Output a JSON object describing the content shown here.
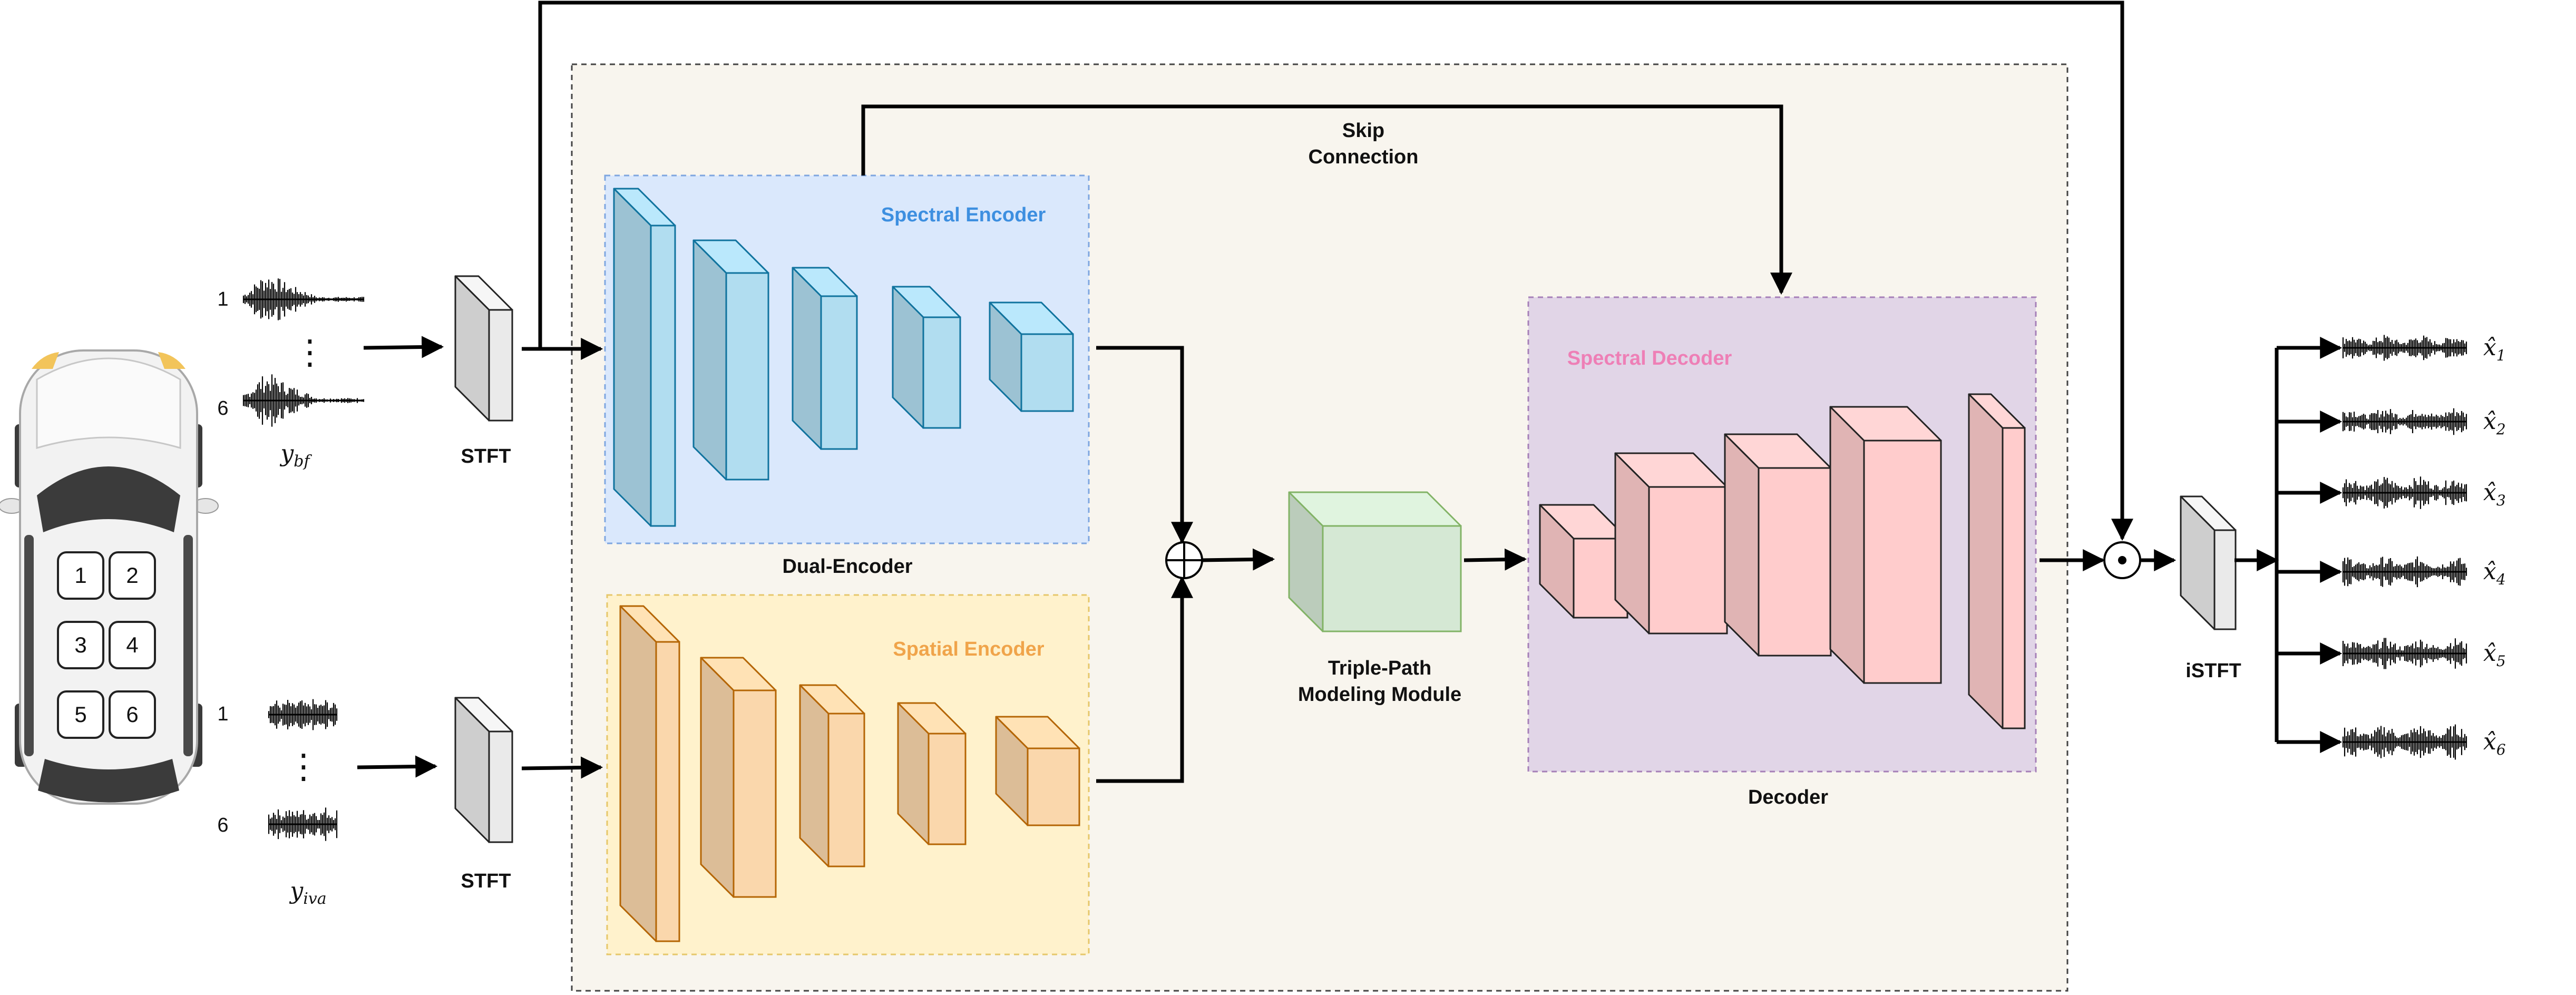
{
  "diagram": {
    "skip_connection": [
      "Skip",
      "Connection"
    ],
    "spectral_encoder": "Spectral Encoder",
    "spatial_encoder": "Spatial Encoder",
    "dual_encoder": "Dual-Encoder",
    "tpm": [
      "Triple-Path",
      "Modeling Module"
    ],
    "spectral_decoder": "Spectral Decoder",
    "decoder": "Decoder",
    "stft": "STFT",
    "istft": "iSTFT",
    "input_top": {
      "ch_first": "1",
      "ch_last": "6",
      "vdots": "⋮",
      "var_main": "y",
      "var_sub": "bf"
    },
    "input_bottom": {
      "ch_first": "1",
      "ch_last": "6",
      "vdots": "⋮",
      "var_main": "y",
      "var_sub": "iva"
    },
    "seats": [
      "1",
      "2",
      "3",
      "4",
      "5",
      "6"
    ],
    "outputs": [
      {
        "main": "x̂",
        "sub": "1"
      },
      {
        "main": "x̂",
        "sub": "2"
      },
      {
        "main": "x̂",
        "sub": "3"
      },
      {
        "main": "x̂",
        "sub": "4"
      },
      {
        "main": "x̂",
        "sub": "5"
      },
      {
        "main": "x̂",
        "sub": "6"
      }
    ]
  },
  "colors": {
    "spectral_encoder_bg": "#dae8fc",
    "spectral_encoder_title": "#3d8fe0",
    "spectral_encoder_block": "#b1ddf0",
    "spatial_encoder_bg": "#fff2cc",
    "spatial_encoder_title": "#f0a44a",
    "spatial_encoder_block": "#fad7ac",
    "decoder_bg": "#e1d5e7",
    "decoder_title": "#ee7fb6",
    "decoder_block": "#ffcccc",
    "tpm_block": "#d5e8d4",
    "main_frame_bg": "#f8f5ee"
  }
}
